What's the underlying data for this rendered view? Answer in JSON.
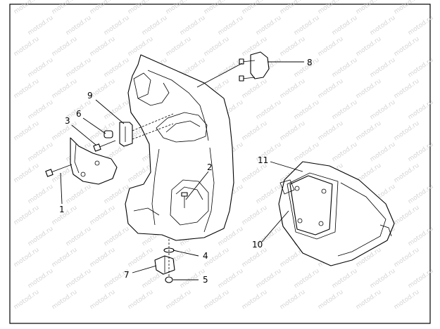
{
  "diagram": {
    "watermark": "motod.ru",
    "callouts": [
      {
        "id": "1",
        "label": "1"
      },
      {
        "id": "2",
        "label": "2"
      },
      {
        "id": "3",
        "label": "3"
      },
      {
        "id": "4",
        "label": "4"
      },
      {
        "id": "5",
        "label": "5"
      },
      {
        "id": "6",
        "label": "6"
      },
      {
        "id": "7",
        "label": "7"
      },
      {
        "id": "8",
        "label": "8"
      },
      {
        "id": "9",
        "label": "9"
      },
      {
        "id": "10",
        "label": "10"
      },
      {
        "id": "11",
        "label": "11"
      }
    ]
  }
}
